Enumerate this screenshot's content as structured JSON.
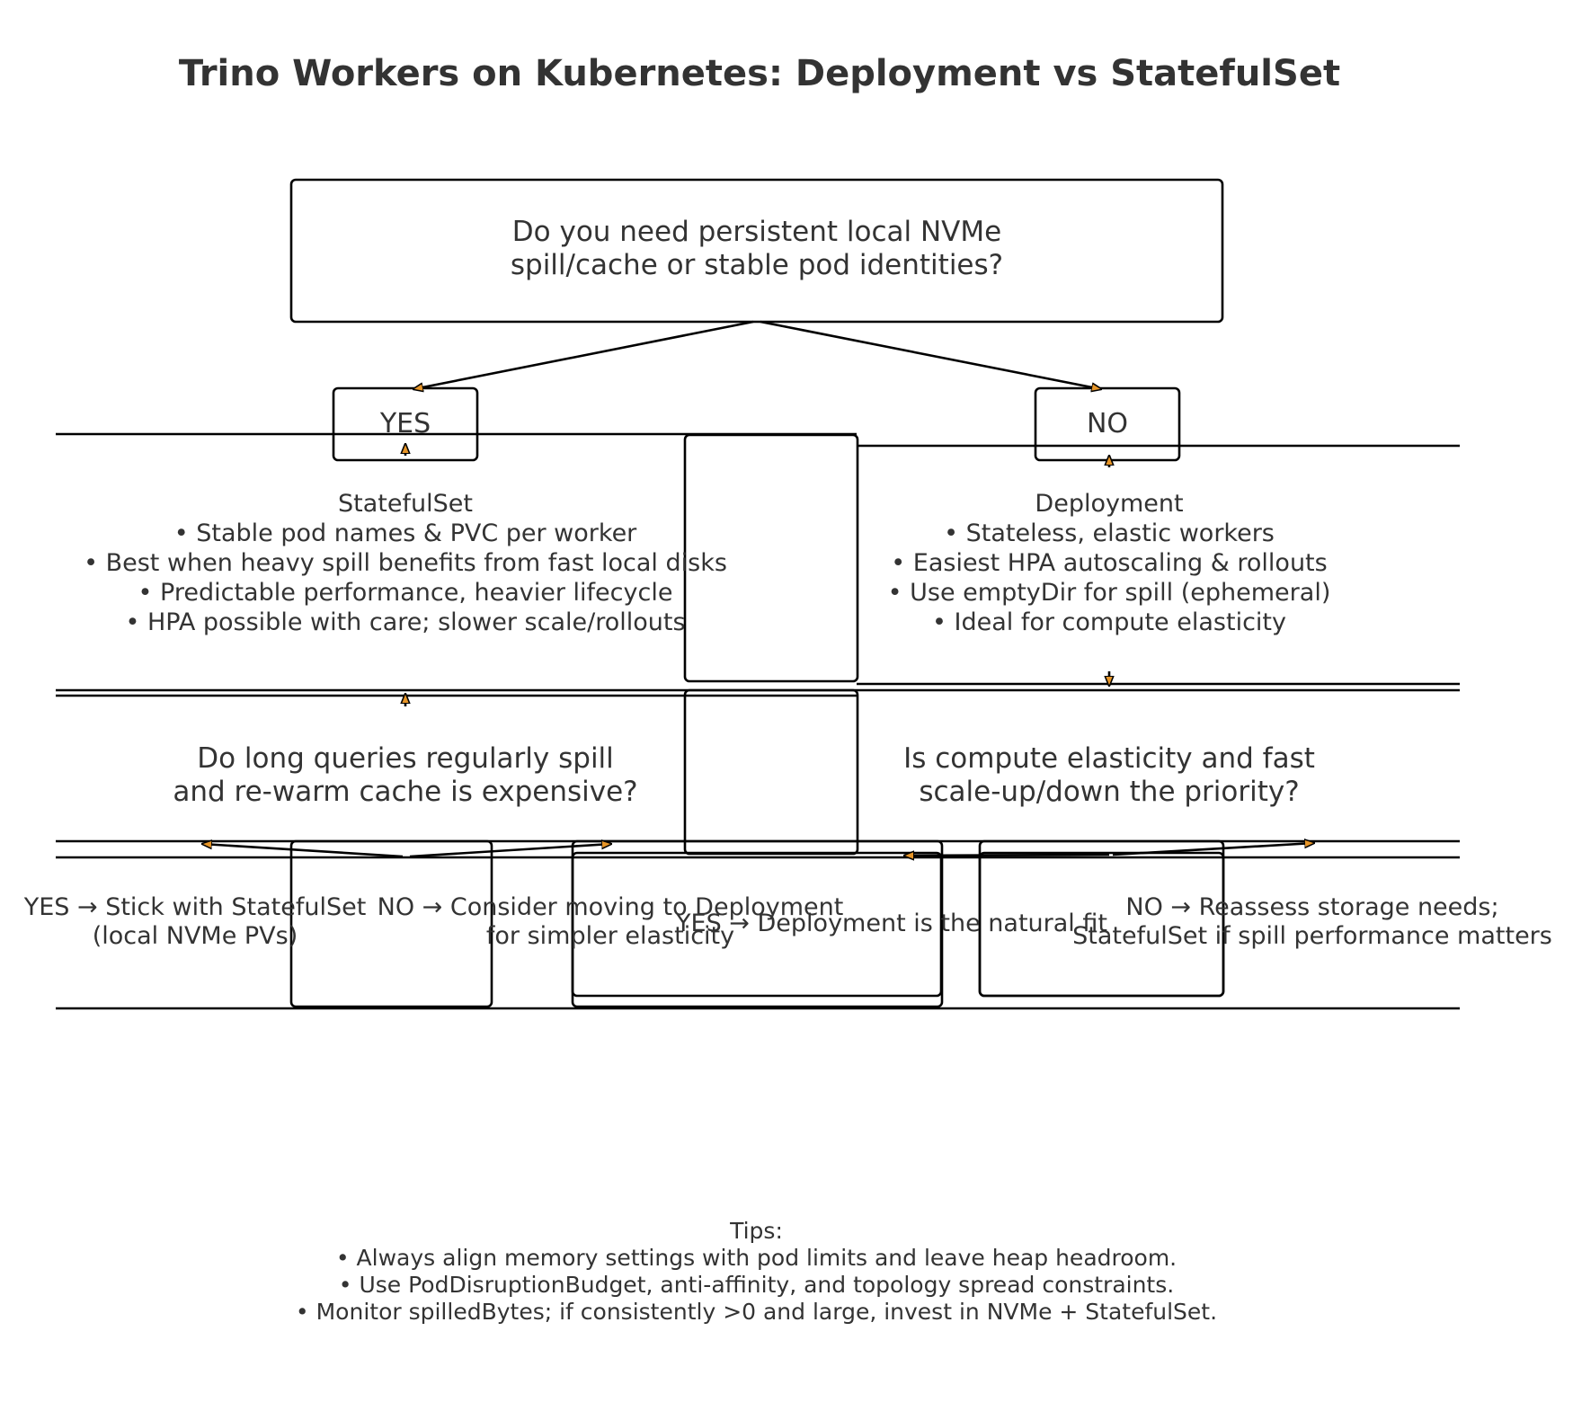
{
  "title": "Trino Workers on Kubernetes: Deployment vs StatefulSet",
  "root_question": {
    "lines": [
      "Do you need persistent local NVMe",
      "spill/cache or stable pod identities?"
    ]
  },
  "yes_label": "YES",
  "no_label": "NO",
  "statefulset_card": {
    "lines": [
      "StatefulSet",
      "• Stable pod names & PVC per worker",
      "• Best when heavy spill benefits from fast local disks",
      "• Predictable performance, heavier lifecycle",
      "• HPA possible with care; slower scale/rollouts"
    ]
  },
  "deployment_card": {
    "lines": [
      "Deployment",
      "• Stateless, elastic workers",
      "• Easiest HPA autoscaling & rollouts",
      "• Use emptyDir for spill (ephemeral)",
      "• Ideal for compute elasticity"
    ]
  },
  "left_question": {
    "lines": [
      "Do long queries regularly spill",
      "and re-warm cache is expensive?"
    ]
  },
  "right_question": {
    "lines": [
      "Is compute elasticity and fast",
      "scale-up/down the priority?"
    ]
  },
  "outcomes": {
    "left_yes": [
      "YES → Stick with StatefulSet",
      "(local NVMe PVs)"
    ],
    "left_no": [
      "NO → Consider moving to Deployment",
      "for simpler elasticity"
    ],
    "right_yes": [
      "YES → Deployment is the natural fit"
    ],
    "right_no": [
      "NO → Reassess storage needs;",
      "StatefulSet if spill performance matters"
    ]
  },
  "tips": {
    "lines": [
      "Tips:",
      "• Always align memory settings with pod limits and leave heap headroom.",
      "• Use PodDisruptionBudget, anti-affinity, and topology spread constraints.",
      "• Monitor spilledBytes; if consistently >0 and large, invest in NVMe + StatefulSet."
    ]
  },
  "colors": {
    "stroke": "#000000",
    "text": "#333333",
    "arrowhead": "#e69528"
  }
}
